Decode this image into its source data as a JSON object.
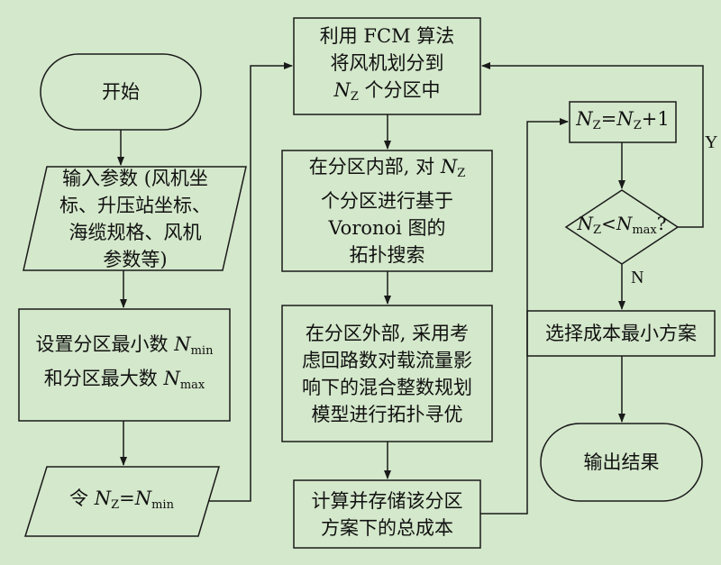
{
  "start": "开始",
  "input": [
    "输入参数 (风机坐",
    "标、升压站坐标、",
    "海缆规格、风机",
    "参数等)"
  ],
  "set_min_a": "设置分区最小数",
  "set_max_a": "和分区最大数",
  "var_N": "N",
  "sub_min": "min",
  "sub_max": "max",
  "sub_Z": "Z",
  "let_a": "令",
  "eq": "=",
  "fcm": [
    "利用 FCM 算法",
    "将风机划分到"
  ],
  "fcm_tail": "个分区中",
  "inner_a": "在分区内部, 对",
  "inner_rest": [
    "个分区进行基于",
    "Voronoi 图的",
    "拓扑搜索"
  ],
  "outer": [
    "在分区外部, 采用考",
    "虑回路数对载流量影",
    "响下的混合整数规划",
    "模型进行拓扑寻优"
  ],
  "calc": [
    "计算并存储该分区",
    "方案下的总成本"
  ],
  "inc_tail": "+1",
  "lt": "<",
  "q": "?",
  "yes": "Y",
  "no": "N",
  "select": "选择成本最小方案",
  "output": "输出结果",
  "colors": {
    "background": "#d4e8cb",
    "stroke": "#1a1a1a"
  }
}
